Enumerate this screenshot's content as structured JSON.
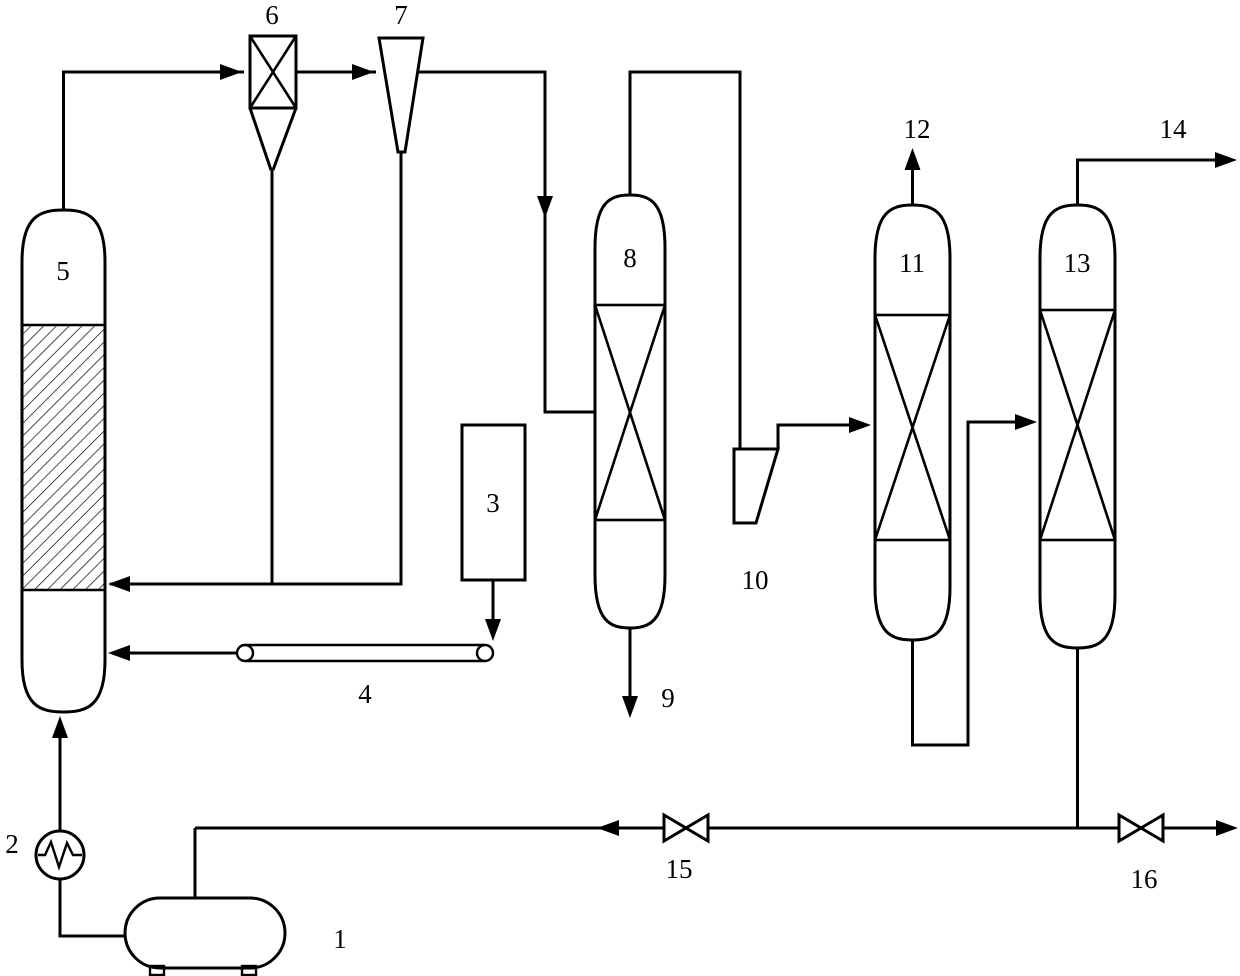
{
  "diagram": {
    "type": "process-flow-diagram",
    "background": "#ffffff",
    "line_color": "#000000",
    "labels": {
      "n1": "1",
      "n2": "2",
      "n3": "3",
      "n4": "4",
      "n5": "5",
      "n6": "6",
      "n7": "7",
      "n8": "8",
      "n9": "9",
      "n10": "10",
      "n11": "11",
      "n12": "12",
      "n13": "13",
      "n14": "14",
      "n15": "15",
      "n16": "16"
    }
  }
}
